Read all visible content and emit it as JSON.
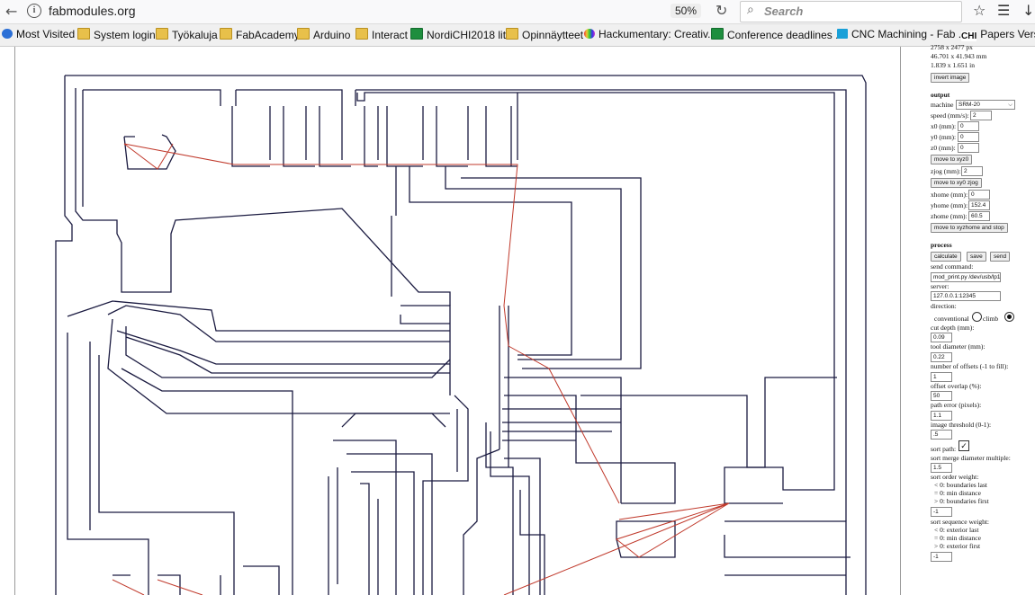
{
  "browser": {
    "url": "fabmodules.org",
    "zoom": "50%",
    "search_placeholder": "Search"
  },
  "bookmarks": [
    {
      "label": "Most Visited",
      "icon": "globe-icon"
    },
    {
      "label": "System login",
      "icon": "folder-icon"
    },
    {
      "label": "Työkaluja",
      "icon": "folder-icon"
    },
    {
      "label": "FabAcademy",
      "icon": "folder-icon"
    },
    {
      "label": "Arduino",
      "icon": "folder-icon"
    },
    {
      "label": "Interact",
      "icon": "folder-icon"
    },
    {
      "label": "NordiCHI2018 lit",
      "icon": "sheet-icon"
    },
    {
      "label": "Opinnäytteet",
      "icon": "folder-icon"
    },
    {
      "label": "Hackumentary: Creativ...",
      "icon": "rainbow-icon"
    },
    {
      "label": "Conference deadlines ...",
      "icon": "sheet-icon"
    },
    {
      "label": "CNC Machining - Fab ...",
      "icon": "cnc-icon"
    },
    {
      "label": "Papers Versu",
      "icon": "chi-icon"
    }
  ],
  "panel": {
    "size_px": "2758 x 2477 px",
    "size_mm": "46.701 x 41.943 mm",
    "size_in": "1.839 x 1.651 in",
    "invert_label": "invert image",
    "output_heading": "output",
    "machine_label": "machine",
    "machine_value": "SRM-20",
    "speed_label": "speed (mm/s):",
    "speed_value": "2",
    "x0_label": "x0 (mm):",
    "x0_value": "0",
    "y0_label": "y0 (mm):",
    "y0_value": "0",
    "z0_label": "z0 (mm):",
    "z0_value": "0",
    "move_xyz0": "move to xyz0",
    "zjog_label": "zjog (mm):",
    "zjog_value": "2",
    "move_xy0": "move to xy0 zjog",
    "xhome_label": "xhome (mm):",
    "xhome_value": "0",
    "yhome_label": "yhome (mm):",
    "yhome_value": "152.4",
    "zhome_label": "zhome (mm):",
    "zhome_value": "60.5",
    "move_home": "move to xyzhome and stop",
    "process_heading": "process",
    "calculate": "calculate",
    "save": "save",
    "send": "send",
    "send_command_label": "send command:",
    "send_command_value": "mod_print.py /dev/usb/lp1",
    "server_label": "server:",
    "server_value": "127.0.0.1:12345",
    "direction_label": "direction:",
    "conventional_label": "conventional",
    "climb_label": "climb",
    "cut_depth_label": "cut depth (mm):",
    "cut_depth_value": "0.09",
    "tool_diameter_label": "tool diameter (mm):",
    "tool_diameter_value": "0.22",
    "offsets_label": "number of offsets (-1 to fill):",
    "offsets_value": "1",
    "overlap_label": "offset overlap (%):",
    "overlap_value": "50",
    "path_error_label": "path error (pixels):",
    "path_error_value": "1.1",
    "threshold_label": "image threshold (0-1):",
    "threshold_value": ".5",
    "sort_path_label": "sort path:",
    "merge_label": "sort merge diameter multiple:",
    "merge_value": "1.5",
    "order_weight_label": "sort order weight:",
    "order_lt": "< 0: boundaries last",
    "order_eq": "= 0: min distance",
    "order_gt": "> 0: boundaries first",
    "order_value": "-1",
    "seq_weight_label": "sort sequence weight:",
    "seq_lt": "< 0: exterior last",
    "seq_eq": "= 0: min distance",
    "seq_gt": "> 0: exterior first",
    "seq_value": "-1"
  },
  "colors": {
    "toolpath": "#1a1a40",
    "travel": "#c0392b"
  }
}
